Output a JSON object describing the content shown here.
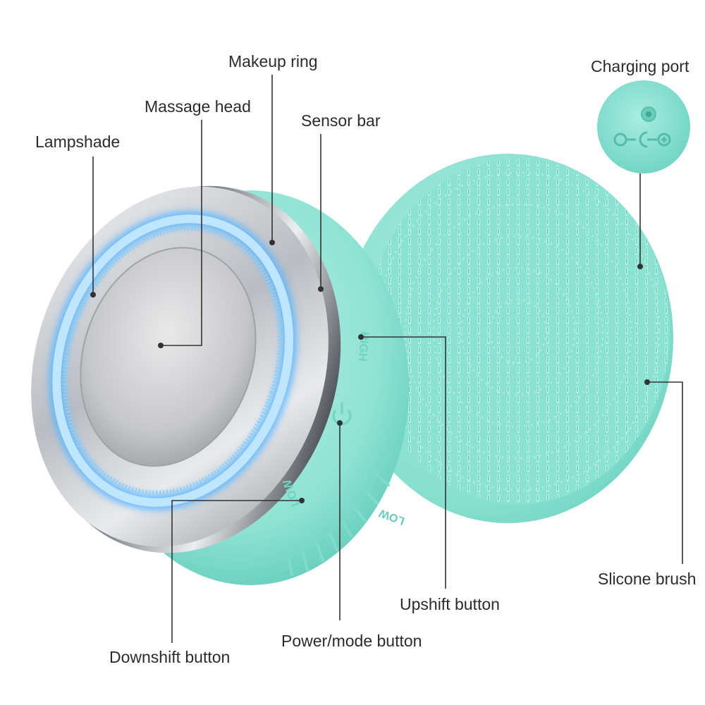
{
  "labels": {
    "makeup_ring": "Makeup ring",
    "massage_head": "Massage head",
    "lampshade": "Lampshade",
    "sensor_bar": "Sensor bar",
    "charging_port": "Charging port",
    "upshift_button": "Upshift button",
    "power_mode_button": "Power/mode button",
    "downshift_button": "Downshift button",
    "silicone_brush": "Slicone brush"
  },
  "device_markings": {
    "high": "HIGH",
    "low": "LOW",
    "low_back": "LOW"
  },
  "colors": {
    "mint": "#8fe3d3",
    "mint_dark": "#5fc9b8",
    "silver": "#c9cacd",
    "led_blue": "#6fc4ff",
    "line": "#333333"
  }
}
